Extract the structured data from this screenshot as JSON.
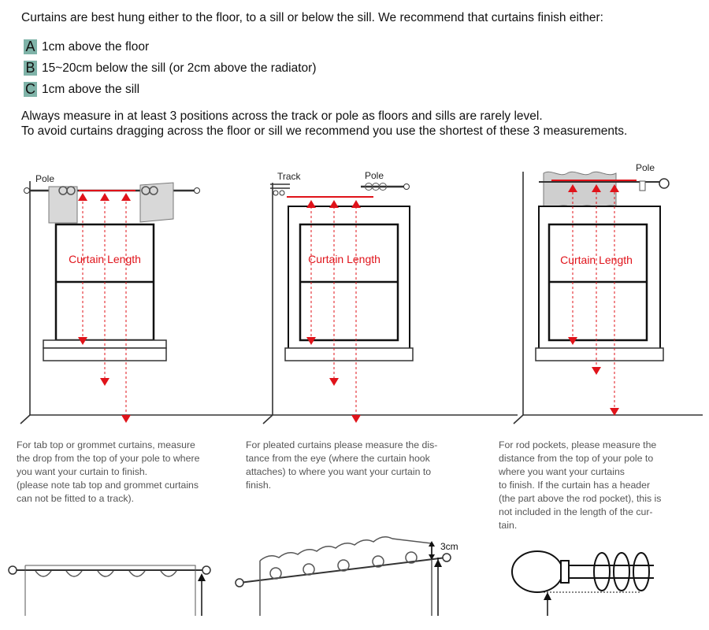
{
  "intro": "Curtains are best hung either to the floor, to a sill or below the sill. We recommend that curtains finish either:",
  "options": [
    {
      "letter": "A",
      "text": "1cm above the floor"
    },
    {
      "letter": "B",
      "text": "15~20cm below the sill (or 2cm above the radiator)"
    },
    {
      "letter": "C",
      "text": "1cm above the sill"
    }
  ],
  "notes": [
    "Always measure in at least 3 positions across the track or pole as floors and sills are rarely level.",
    "To avoid curtains dragging across the floor or sill we recommend you use the shortest of these 3 measurements."
  ],
  "diagrams": [
    {
      "label_pole": "Pole",
      "curtain_length": "Curtain Length"
    },
    {
      "label_track": "Track",
      "label_pole": "Pole",
      "curtain_length": "Curtain Length"
    },
    {
      "label_pole": "Pole",
      "curtain_length": "Curtain Length"
    }
  ],
  "captions": [
    "For tab top or grommet curtains, measure\nthe drop from the top of your pole to where\nyou want your curtain to finish.\n(please note tab top and grommet curtains\ncan not be fitted to a track).",
    "For pleated curtains please measure the dis-\ntance from the eye (where the curtain hook\nattaches) to where you want your curtain to\nfinish.",
    "For rod pockets, please measure the\ndistance from the top of your pole to\nwhere you want your curtains\nto finish. If the curtain has a header\n(the part above the rod pocket), this is\nnot included in the length of the cur-\ntain."
  ],
  "bottom_label": "3cm",
  "colors": {
    "accent": "#e0131a",
    "badge": "#7fb3a8"
  }
}
